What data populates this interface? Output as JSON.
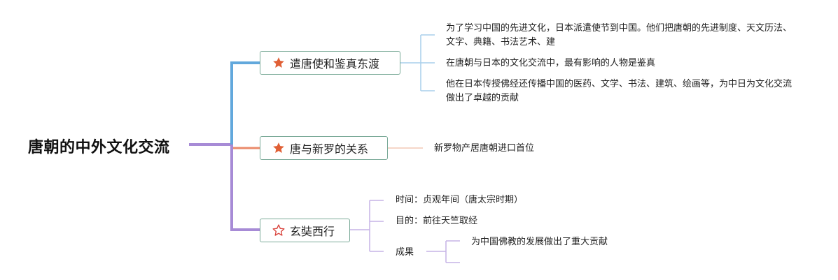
{
  "root": {
    "title": "唐朝的中外文化交流"
  },
  "branches": [
    {
      "label": "遣唐使和鉴真东渡",
      "details": [
        "为了学习中国的先进文化，日本派遣使节到中国。他们把唐朝的先进制度、天文历法、文字、典籍、书法艺术、建",
        "在唐朝与日本的文化交流中，最有影响的人物是鉴真",
        "他在日本传授佛经还传播中国的医药、文学、书法、建筑、绘画等，为中日为文化交流做出了卓越的贡献"
      ]
    },
    {
      "label": "唐与新罗的关系",
      "details": [
        "新罗物产居唐朝进口首位"
      ]
    },
    {
      "label": "玄奘西行",
      "details": [
        "时间：贞观年间（唐太宗时期）",
        "目的：前往天竺取经",
        "成果"
      ],
      "result_detail": "为中国佛教的发展做出了重大贡献"
    }
  ],
  "colors": {
    "branch_1": "#62a8dc",
    "branch_2": "#ea8a6a",
    "branch_3": "#a78bd6",
    "star_filled": "#e05f35",
    "star_outline": "#d9423b",
    "box_border": "#7aaa98"
  },
  "icons": {
    "branch_1": "star-filled-icon",
    "branch_2": "star-filled-icon",
    "branch_3": "star-outline-icon"
  }
}
